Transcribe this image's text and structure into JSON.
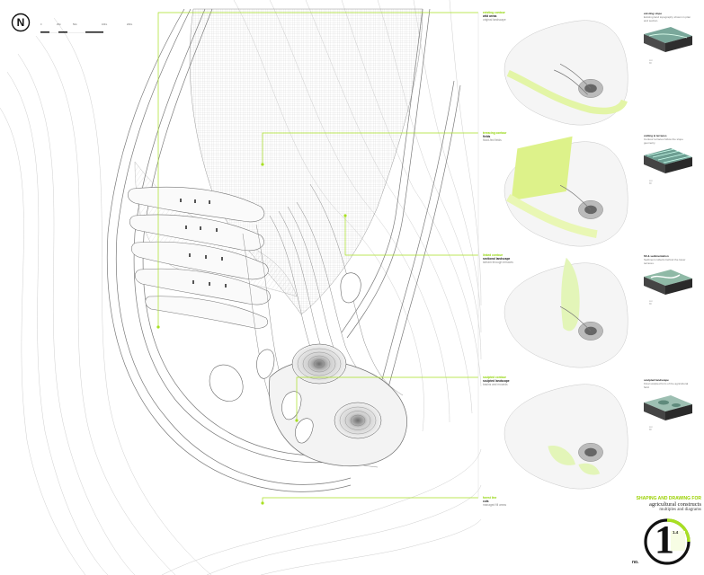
{
  "north": {
    "letter": "N"
  },
  "scale": {
    "labels": [
      "0",
      "25m",
      "50m",
      "100m",
      "200m"
    ]
  },
  "plan_labels": [
    {
      "kicker": "existing contour",
      "title": "wild areas",
      "desc": "original landscape"
    },
    {
      "kicker": "terracing contour",
      "title": "fields",
      "desc": "flood-fed fields"
    },
    {
      "kicker": "linked contour",
      "title": "sectional landscape",
      "desc": "stream through terraces"
    },
    {
      "kicker": "sculpted contour",
      "title": "sculpted landscape",
      "desc": "basins and mounds"
    },
    {
      "kicker": "forest line",
      "title": "cuts",
      "desc": "managed fill areas"
    }
  ],
  "diagrams": [
    {
      "title": "existing slope",
      "text": "Existing land topography shown in plan and section."
    },
    {
      "title": "cutting & terraces",
      "text": "Contour terraces follow the slope geometry."
    },
    {
      "title": "fill & sedimentation",
      "text": "Sediment collects behind the lower terraces."
    },
    {
      "title": "sculpted landscape",
      "text": "Final sculpted form of the agricultural field."
    }
  ],
  "legend": [
    "cut",
    "fill"
  ],
  "title_block": {
    "kicker": "SHAPING AND DRAWING FOR",
    "main": "agricultural constructs",
    "sub": "multiples and diagrams",
    "sheet_number": "1",
    "sheet_of": "1.4",
    "footer": "no."
  },
  "colors": {
    "accent": "#a8e022",
    "accent_fill": "#e9f7b4",
    "line": "#8a8a8a"
  }
}
